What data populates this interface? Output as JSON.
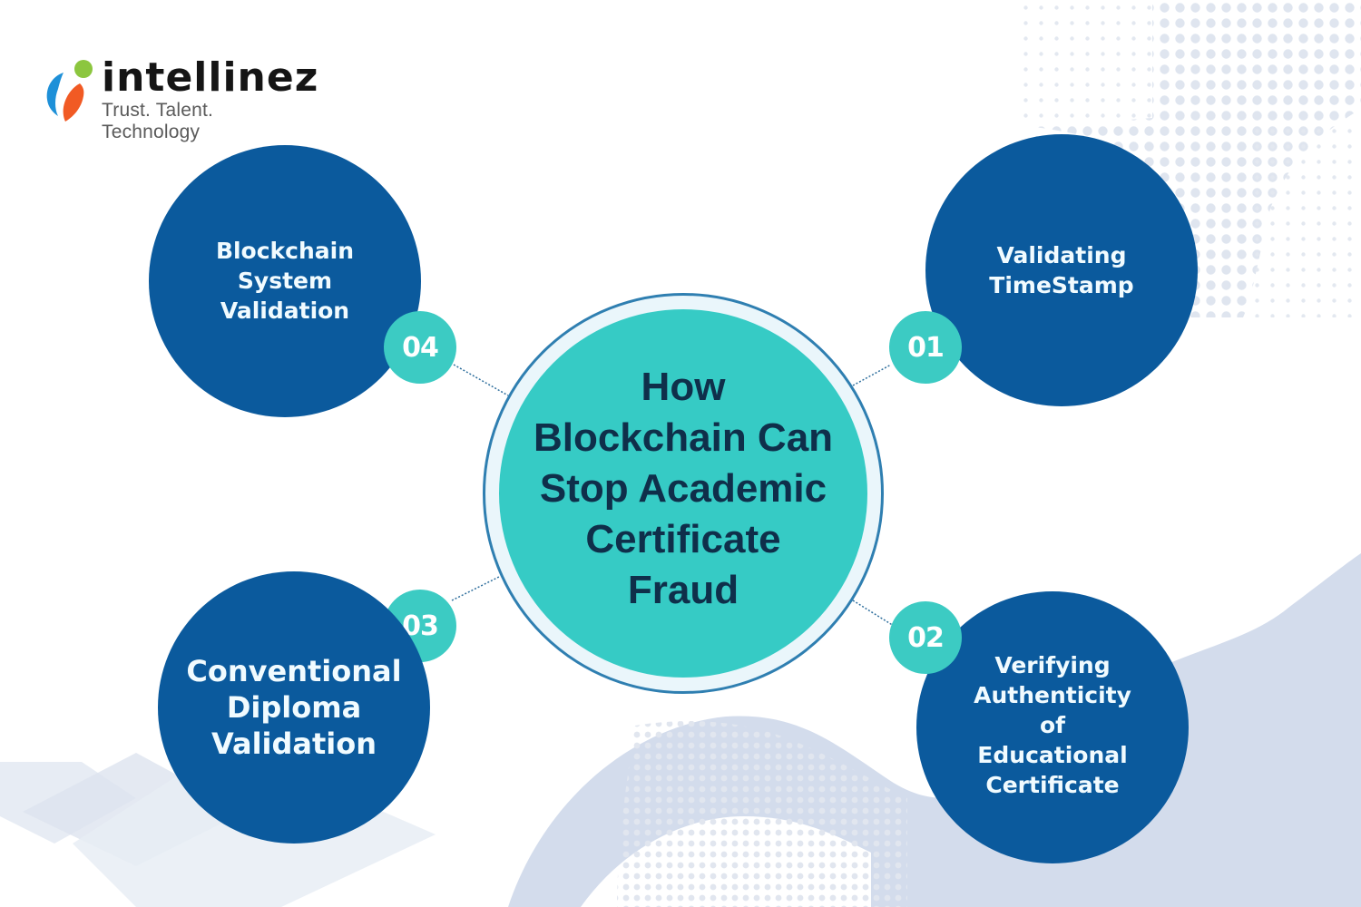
{
  "brand": {
    "name": "intellinez",
    "tagline": "Trust. Talent. Technology",
    "colors": {
      "blue": "#1e90d8",
      "green": "#8cc63f",
      "orange": "#f15a24"
    }
  },
  "center": {
    "title": "How\nBlockchain Can\nStop Academic\nCertificate\nFraud"
  },
  "nodes": [
    {
      "number": "01",
      "label": "Validating\nTimeStamp"
    },
    {
      "number": "02",
      "label": "Verifying\nAuthenticity\nof\nEducational\nCertificate"
    },
    {
      "number": "03",
      "label": "Conventional\nDiploma\nValidation"
    },
    {
      "number": "04",
      "label": "Blockchain\nSystem\nValidation"
    }
  ],
  "colors": {
    "node_fill": "#0b5a9d",
    "badge_fill": "#3ccbc3",
    "center_fill": "#36cbc5",
    "center_text": "#0f2f4a",
    "background_shape": "#d3dcec"
  }
}
